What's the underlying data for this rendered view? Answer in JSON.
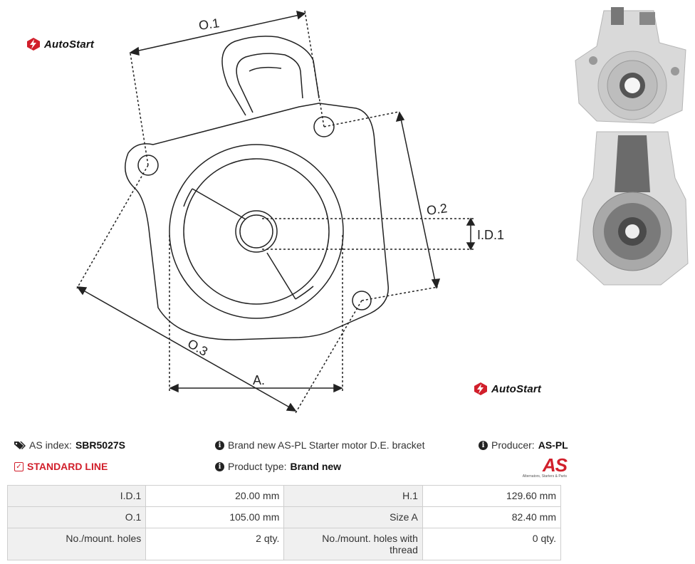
{
  "brand": {
    "name": "AutoStart"
  },
  "drawing": {
    "labels": {
      "o1": "O.1",
      "o2": "O.2",
      "o3": "O.3",
      "a": "A.",
      "id1": "I.D.1"
    }
  },
  "photos": [
    {
      "name": "bracket-front-photo"
    },
    {
      "name": "bracket-back-photo"
    }
  ],
  "info": {
    "as_index_label": "AS index:",
    "as_index_value": "SBR5027S",
    "line_label": "STANDARD LINE",
    "description": "Brand new AS-PL Starter motor D.E. bracket",
    "product_type_label": "Product type:",
    "product_type_value": "Brand new",
    "producer_label": "Producer:",
    "producer_value": "AS-PL"
  },
  "producer_logo": {
    "mark": "AS",
    "tagline": "Alternators, Starters & Parts"
  },
  "params": [
    {
      "l1": "I.D.1",
      "v1": "20.00 mm",
      "l2": "H.1",
      "v2": "129.60 mm"
    },
    {
      "l1": "O.1",
      "v1": "105.00 mm",
      "l2": "Size A",
      "v2": "82.40 mm"
    },
    {
      "l1": "No./mount. holes",
      "v1": "2 qty.",
      "l2": "No./mount. holes with thread",
      "v2": "0 qty."
    }
  ],
  "colors": {
    "accent": "#d11f2b",
    "table_label_bg": "#f0f0f0",
    "table_border": "#cfcfcf"
  },
  "icons": [
    "autostart-logo-icon",
    "tags-icon",
    "info-circle-icon",
    "check-square-icon"
  ]
}
